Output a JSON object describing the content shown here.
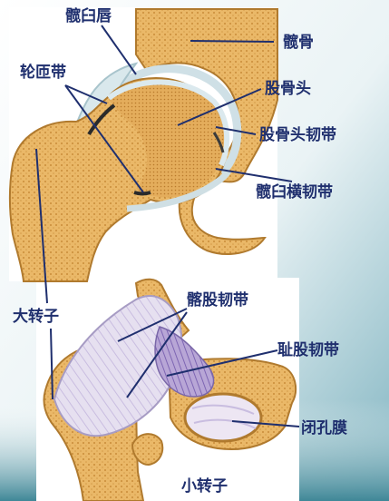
{
  "labels": {
    "acetabular_labrum": "髋臼唇",
    "hip_bone": "髋骨",
    "zona_orbicularis": "轮匝带",
    "femoral_head": "股骨头",
    "ligament_of_head": "股骨头韧带",
    "transverse_acetabular_ligament": "髋臼横韧带",
    "greater_trochanter": "大转子",
    "iliofemoral_ligament": "髂股韧带",
    "pubofemoral_ligament": "耻股韧带",
    "obturator_membrane": "闭孔膜",
    "lesser_trochanter": "小转子"
  },
  "colors": {
    "label_text": "#1f2f6e",
    "leader_line": "#1f2f6e",
    "bone": "#e8b865",
    "cartilage": "#cfe0e6",
    "ligament": "#d8d0ea",
    "slide_accent": "#2d6e7e"
  }
}
